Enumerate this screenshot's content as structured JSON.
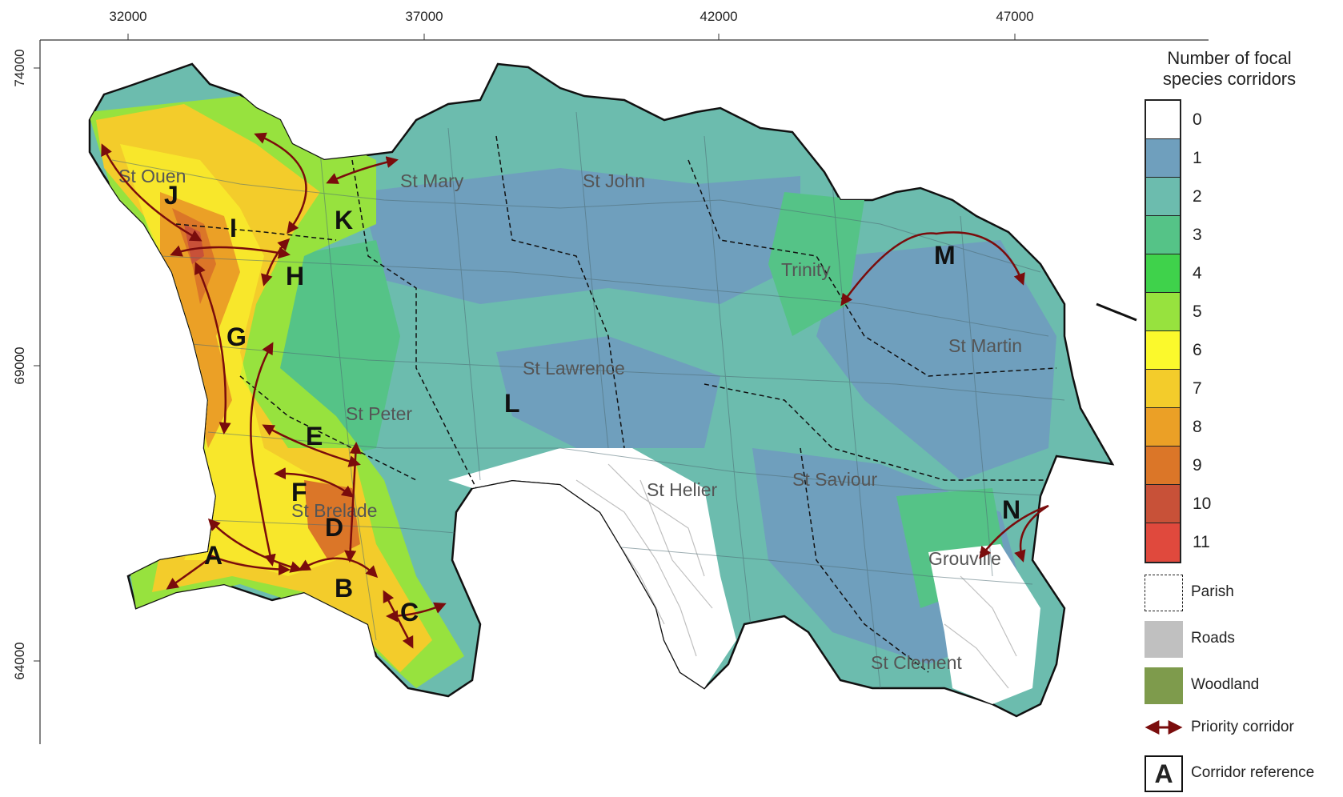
{
  "map": {
    "x_axis_ticks": [
      "32000",
      "37000",
      "42000",
      "47000"
    ],
    "y_axis_ticks": [
      "74000",
      "69000",
      "64000"
    ],
    "parishes": [
      "St Ouen",
      "St Mary",
      "St John",
      "Trinity",
      "St Martin",
      "St Lawrence",
      "St Peter",
      "St Helier",
      "St Saviour",
      "St Brelade",
      "Grouville",
      "St Clement"
    ],
    "corridor_refs": [
      "A",
      "B",
      "C",
      "D",
      "E",
      "F",
      "G",
      "H",
      "I",
      "J",
      "K",
      "L",
      "M",
      "N"
    ]
  },
  "legend": {
    "title_line1": "Number of focal",
    "title_line2": "species corridors",
    "classes": [
      {
        "label": "0",
        "color": "#ffffff"
      },
      {
        "label": "1",
        "color": "#6f9fbd"
      },
      {
        "label": "2",
        "color": "#6cbcae"
      },
      {
        "label": "3",
        "color": "#55c387"
      },
      {
        "label": "4",
        "color": "#3fd24b"
      },
      {
        "label": "5",
        "color": "#97e23e"
      },
      {
        "label": "6",
        "color": "#fbf92c"
      },
      {
        "label": "7",
        "color": "#f3cc2b"
      },
      {
        "label": "8",
        "color": "#eba026"
      },
      {
        "label": "9",
        "color": "#db7628"
      },
      {
        "label": "10",
        "color": "#c85138"
      },
      {
        "label": "11",
        "color": "#e0493d"
      }
    ],
    "parish_label": "Parish",
    "roads_label": "Roads",
    "woodland_label": "Woodland",
    "priority_corridor_label": "Priority corridor",
    "corridor_ref_letter": "A",
    "corridor_ref_label": "Corridor reference",
    "roads_color": "#c0c0c0",
    "woodland_color": "#7e9b4c",
    "corridor_color": "#7a0c0c"
  }
}
